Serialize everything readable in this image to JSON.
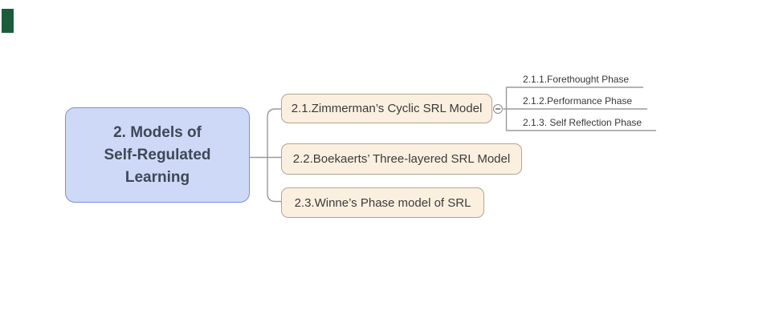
{
  "page": {
    "background": "#ffffff"
  },
  "decor": {
    "corner_square_color": "#1d5c3a"
  },
  "palette": {
    "root_fill": "#cdd9f6",
    "root_border": "#7b90d8",
    "root_text": "#3e4857",
    "node_fill": "#fbf0e0",
    "node_border": "#b1a696",
    "node_text": "#3b3b3b",
    "leaf_text": "#383838",
    "line": "#9a9a9a",
    "toggle_border": "#8a8a8a"
  },
  "mindmap": {
    "root": {
      "label": "2. Models of\nSelf-Regulated\nLearning"
    },
    "children": [
      {
        "label": "2.1.Zimmerman’s Cyclic SRL Model",
        "toggle_icon": "minus-collapse",
        "children": [
          {
            "label": "2.1.1.Forethought Phase"
          },
          {
            "label": "2.1.2.Performance Phase"
          },
          {
            "label": "2.1.3. Self Reflection Phase"
          }
        ]
      },
      {
        "label": "2.2.Boekaerts’ Three-layered SRL Model"
      },
      {
        "label": "2.3.Winne’s Phase model of SRL"
      }
    ]
  }
}
